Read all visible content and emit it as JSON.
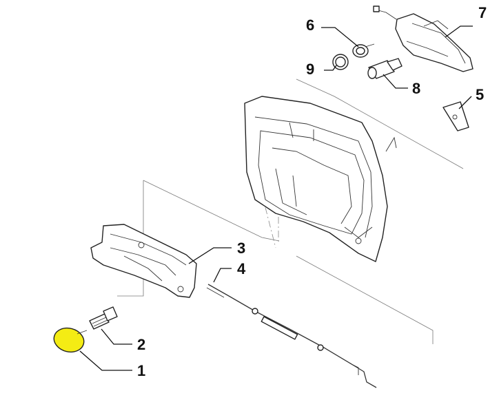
{
  "diagram": {
    "highlight_color": "#f4ec14",
    "line_color": "#111111",
    "callouts": [
      {
        "id": "1",
        "label": "1"
      },
      {
        "id": "2",
        "label": "2"
      },
      {
        "id": "3",
        "label": "3"
      },
      {
        "id": "4",
        "label": "4"
      },
      {
        "id": "5",
        "label": "5"
      },
      {
        "id": "6",
        "label": "6"
      },
      {
        "id": "7",
        "label": "7"
      },
      {
        "id": "8",
        "label": "8"
      },
      {
        "id": "9",
        "label": "9"
      }
    ]
  }
}
